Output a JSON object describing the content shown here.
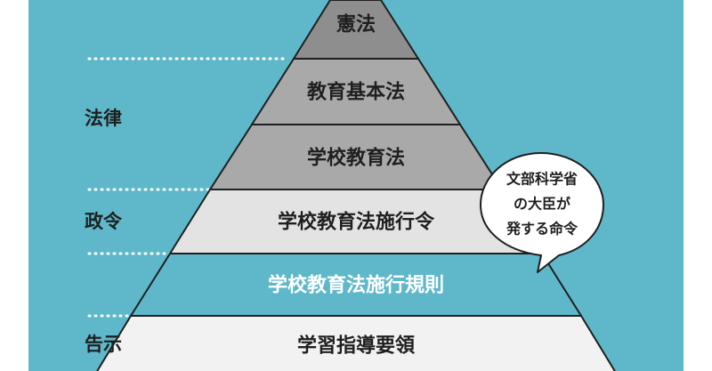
{
  "pyramid": {
    "tiers": [
      {
        "label": "憲法",
        "fill": "#8e8e8e",
        "text_color": "#1f1f1f"
      },
      {
        "label": "教育基本法",
        "fill": "#a9a9a9",
        "text_color": "#1f1f1f"
      },
      {
        "label": "学校教育法",
        "fill": "#a9a9a9",
        "text_color": "#1f1f1f"
      },
      {
        "label": "学校教育法施行令",
        "fill": "#e3e3e3",
        "text_color": "#1f1f1f"
      },
      {
        "label": "学校教育法施行規則",
        "fill": "#5fb8ca",
        "text_color": "#ffffff"
      },
      {
        "label": "学習指導要領",
        "fill": "#f2f2f2",
        "text_color": "#1f1f1f"
      }
    ]
  },
  "categories": [
    {
      "label": "法律"
    },
    {
      "label": "政令"
    },
    {
      "label": "告示"
    }
  ],
  "bubble": {
    "lines": [
      "文部科学省",
      "の大臣が",
      "発する命令"
    ]
  },
  "colors": {
    "background": "#5fb8ca",
    "outline": "#1f1f1f",
    "divider": "#ffffff"
  }
}
